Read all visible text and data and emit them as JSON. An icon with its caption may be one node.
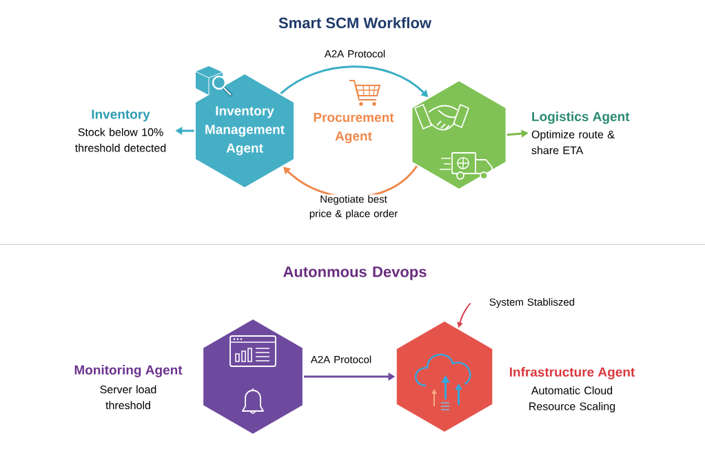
{
  "diagram": {
    "title": "Smart SCM Workflow",
    "nodes": [
      {
        "text": [
          "Inventory",
          "Stock below 10% threshold detected"
        ]
      },
      {
        "text": [
          "Inventory Management Agent"
        ]
      },
      {
        "text": [],
        "shape": "hexagon"
      },
      {
        "text": [
          "Logistics Agent",
          "Optimize route & share ETA"
        ]
      },
      {
        "text": [],
        "shape": "hexagon",
        "beside": [
          "Monitoring Agent",
          "Server load threshold"
        ]
      },
      {
        "text": [
          "System Stabliszed"
        ]
      },
      {
        "text": [],
        "shape": "hexagon",
        "beside": [
          "Infrastructure Agent",
          "Automatic Cloud Resource Scaling"
        ]
      }
    ],
    "edges": [
      {
        "from": 1,
        "to": 0,
        "arrow": "to",
        "color": "#3aaec4"
      },
      {
        "from": 1,
        "to": 2,
        "arrow": "to",
        "label": "A2A Protocol",
        "color": "#3aaec4"
      },
      {
        "from": 2,
        "to": 1,
        "arrow": "to",
        "label": "Negotiate best price & place order",
        "color": "#f0884a"
      },
      {
        "from": 2,
        "to": 3,
        "arrow": "to",
        "color": "#7cb94a"
      },
      {
        "from": 4,
        "to": 6,
        "arrow": "to",
        "label": "A2A Protocol",
        "color": "#6f4ba0"
      },
      {
        "from": 5,
        "to": 6,
        "arrow": "to",
        "color": "#d8404a"
      }
    ],
    "labels": [
      "Procurement Agent",
      "Autonmous Devops"
    ]
  }
}
